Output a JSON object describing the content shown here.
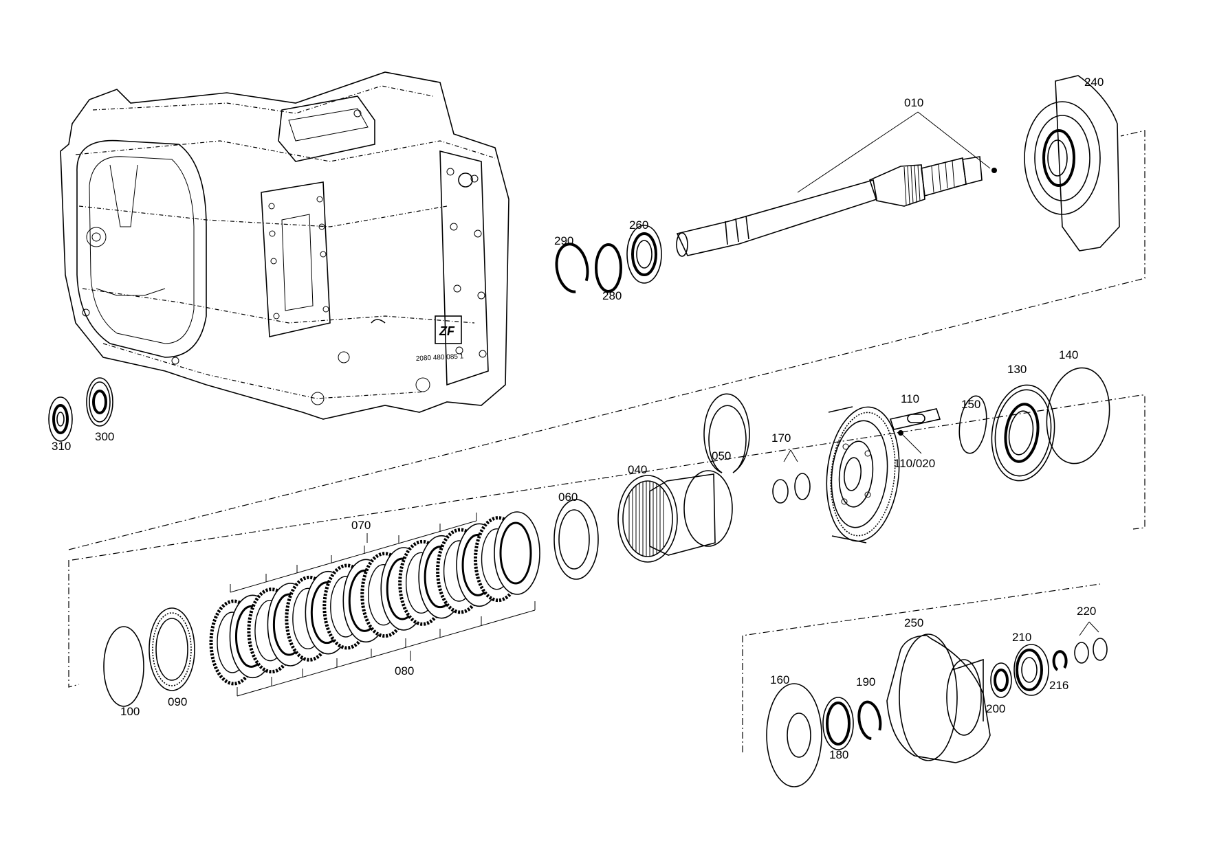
{
  "diagram": {
    "labels": {
      "p010": "010",
      "p240": "240",
      "p260": "260",
      "p290": "290",
      "p280": "280",
      "p310": "310",
      "p300": "300",
      "p140": "140",
      "p130": "130",
      "p110": "110",
      "p150": "150",
      "p110_020": "110/020",
      "p170": "170",
      "p050": "050",
      "p040": "040",
      "p060": "060",
      "p070": "070",
      "p080": "080",
      "p100": "100",
      "p090": "090",
      "p250": "250",
      "p210": "210",
      "p220": "220",
      "p160": "160",
      "p190": "190",
      "p180": "180",
      "p200": "200",
      "p216": "216"
    },
    "housing_stamp": "2080 480 085 1"
  }
}
